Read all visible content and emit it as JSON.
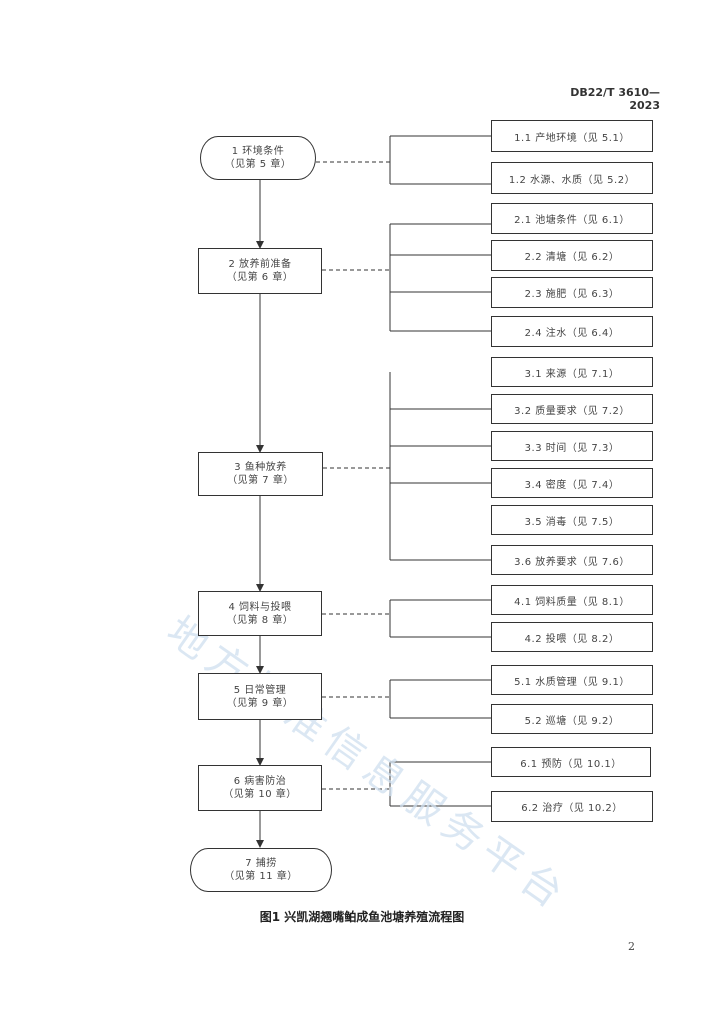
{
  "header": {
    "standard_code": "DB22/T 3610—2023"
  },
  "main_nodes": [
    {
      "title": "1 环境条件",
      "ref": "（见第 5 章）"
    },
    {
      "title": "2 放养前准备",
      "ref": "（见第 6 章）"
    },
    {
      "title": "3 鱼种放养",
      "ref": "（见第 7 章）"
    },
    {
      "title": "4 饲料与投喂",
      "ref": "（见第 8 章）"
    },
    {
      "title": "5 日常管理",
      "ref": "（见第 9 章）"
    },
    {
      "title": "6 病害防治",
      "ref": "（见第 10 章）"
    },
    {
      "title": "7 捕捞",
      "ref": "（见第 11 章）"
    }
  ],
  "sub_items": [
    "1.1 产地环境（见 5.1）",
    "1.2 水源、水质（见 5.2）",
    "2.1 池塘条件（见 6.1）",
    "2.2 清塘（见 6.2）",
    "2.3 施肥（见 6.3）",
    "2.4 注水（见 6.4）",
    "3.1 来源（见 7.1）",
    "3.2 质量要求（见 7.2）",
    "3.3 时间（见 7.3）",
    "3.4 密度（见 7.4）",
    "3.5 消毒（见 7.5）",
    "3.6 放养要求（见 7.6）",
    "4.1 饲料质量（见 8.1）",
    "4.2 投喂（见 8.2）",
    "5.1 水质管理（见 9.1）",
    "5.2 巡塘（见 9.2）",
    "6.1 预防（见 10.1）",
    "6.2 治疗（见 10.2）"
  ],
  "caption": "图1   兴凯湖翘嘴鲌成鱼池塘养殖流程图",
  "page_number": "2",
  "watermark": "地方标准信息服务平台"
}
